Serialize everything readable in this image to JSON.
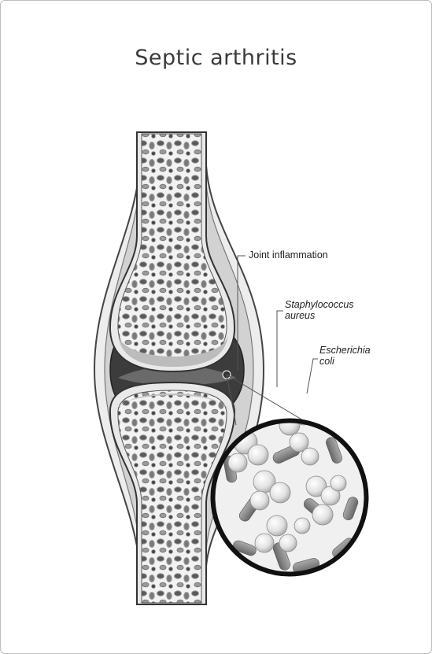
{
  "title": "Septic arthritis",
  "labels": {
    "joint_inflammation": "Joint inflammation",
    "staph_line1": "Staphylococcus",
    "staph_line2": "aureus",
    "ecoli_line1": "Escherichia",
    "ecoli_line2": "coli"
  }
}
